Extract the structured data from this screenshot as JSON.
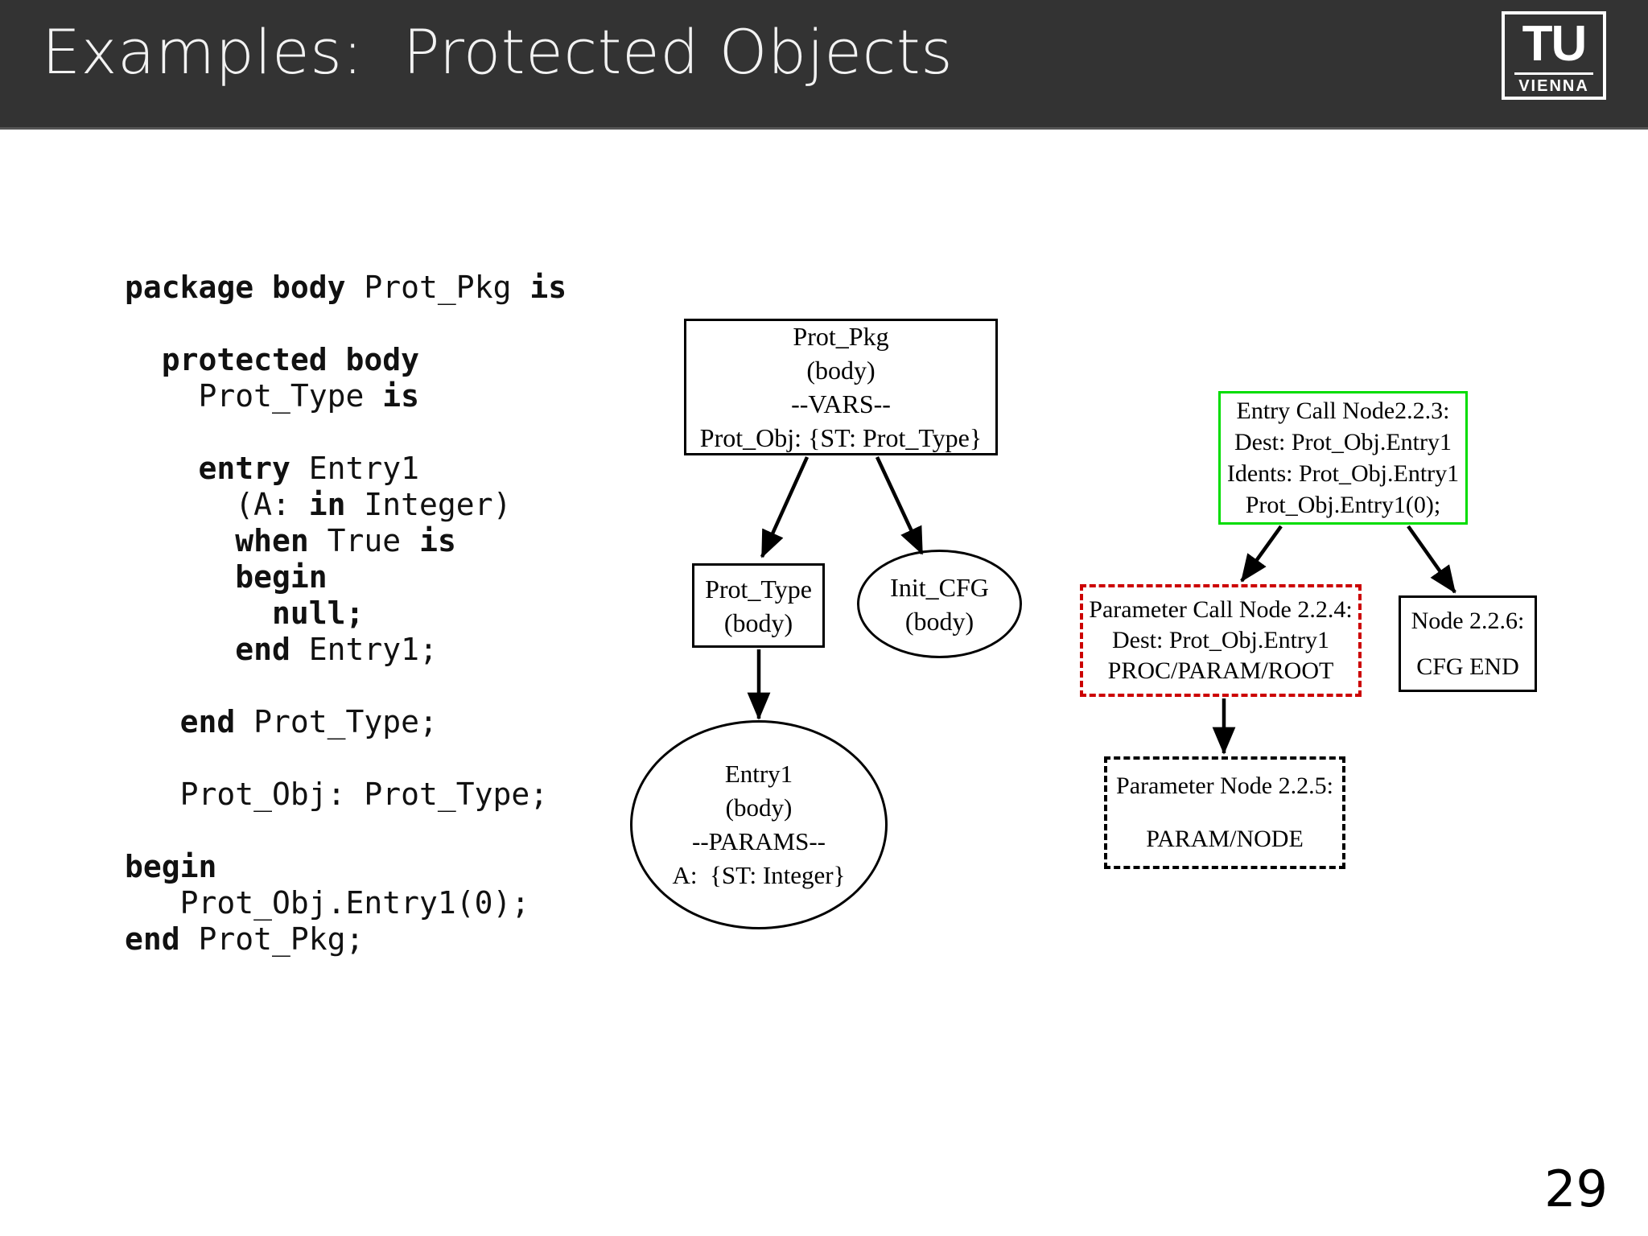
{
  "slide": {
    "title": "Examples:  Protected Objects",
    "page_number": "29",
    "header_bg": "#333333",
    "title_color": "#f2f2f2"
  },
  "logo": {
    "letters": "TU",
    "subtitle": "VIENNA"
  },
  "code": {
    "lines": [
      [
        {
          "t": "package body ",
          "bold": true
        },
        {
          "t": "Prot_Pkg ",
          "bold": false
        },
        {
          "t": "is",
          "bold": true
        }
      ],
      [
        {
          "t": "",
          "bold": false
        }
      ],
      [
        {
          "t": "  protected body",
          "bold": true
        }
      ],
      [
        {
          "t": "    Prot_Type ",
          "bold": false
        },
        {
          "t": "is",
          "bold": true
        }
      ],
      [
        {
          "t": "",
          "bold": false
        }
      ],
      [
        {
          "t": "    entry ",
          "bold": true
        },
        {
          "t": "Entry1",
          "bold": false
        }
      ],
      [
        {
          "t": "      (A: ",
          "bold": false
        },
        {
          "t": "in ",
          "bold": true
        },
        {
          "t": "Integer)",
          "bold": false
        }
      ],
      [
        {
          "t": "      when ",
          "bold": true
        },
        {
          "t": "True ",
          "bold": false
        },
        {
          "t": "is",
          "bold": true
        }
      ],
      [
        {
          "t": "      begin",
          "bold": true
        }
      ],
      [
        {
          "t": "        null;",
          "bold": true
        }
      ],
      [
        {
          "t": "      end ",
          "bold": true
        },
        {
          "t": "Entry1;",
          "bold": false
        }
      ],
      [
        {
          "t": "",
          "bold": false
        }
      ],
      [
        {
          "t": "   end ",
          "bold": true
        },
        {
          "t": "Prot_Type;",
          "bold": false
        }
      ],
      [
        {
          "t": "",
          "bold": false
        }
      ],
      [
        {
          "t": "   Prot_Obj: Prot_Type;",
          "bold": false
        }
      ],
      [
        {
          "t": "",
          "bold": false
        }
      ],
      [
        {
          "t": "begin",
          "bold": true
        }
      ],
      [
        {
          "t": "   Prot_Obj.Entry1(0);",
          "bold": false
        }
      ],
      [
        {
          "t": "end ",
          "bold": true
        },
        {
          "t": "Prot_Pkg;",
          "bold": false
        }
      ]
    ]
  },
  "diagram_tree": {
    "prot_pkg": {
      "lines": [
        "Prot_Pkg",
        "(body)",
        "--VARS--",
        "Prot_Obj: {ST: Prot_Type}"
      ],
      "shape": "box",
      "border_color": "#000000"
    },
    "prot_type": {
      "lines": [
        "Prot_Type",
        "(body)"
      ],
      "shape": "box",
      "border_color": "#000000"
    },
    "init_cfg": {
      "lines": [
        "Init_CFG",
        "(body)"
      ],
      "shape": "ellipse",
      "border_color": "#000000"
    },
    "entry1": {
      "lines": [
        "Entry1",
        "(body)",
        "--PARAMS--",
        "A:  {ST: Integer}"
      ],
      "shape": "ellipse",
      "border_color": "#000000"
    }
  },
  "diagram_cfg": {
    "entry_call_node": {
      "lines": [
        "Entry Call Node2.2.3:",
        "Dest: Prot_Obj.Entry1",
        "Idents: Prot_Obj.Entry1",
        "Prot_Obj.Entry1(0);"
      ],
      "shape": "box",
      "border_color": "#00dd00",
      "border_style": "solid"
    },
    "parameter_call_node": {
      "lines": [
        "Parameter Call Node 2.2.4:",
        "Dest: Prot_Obj.Entry1",
        "PROC/PARAM/ROOT"
      ],
      "shape": "box",
      "border_color": "#cc0000",
      "border_style": "dashed"
    },
    "node_226": {
      "lines": [
        "Node 2.2.6:",
        "CFG END"
      ],
      "shape": "box",
      "border_color": "#000000",
      "border_style": "solid"
    },
    "parameter_node": {
      "lines": [
        "Parameter Node 2.2.5:",
        "PARAM/NODE"
      ],
      "shape": "box",
      "border_color": "#000000",
      "border_style": "dashed"
    }
  }
}
